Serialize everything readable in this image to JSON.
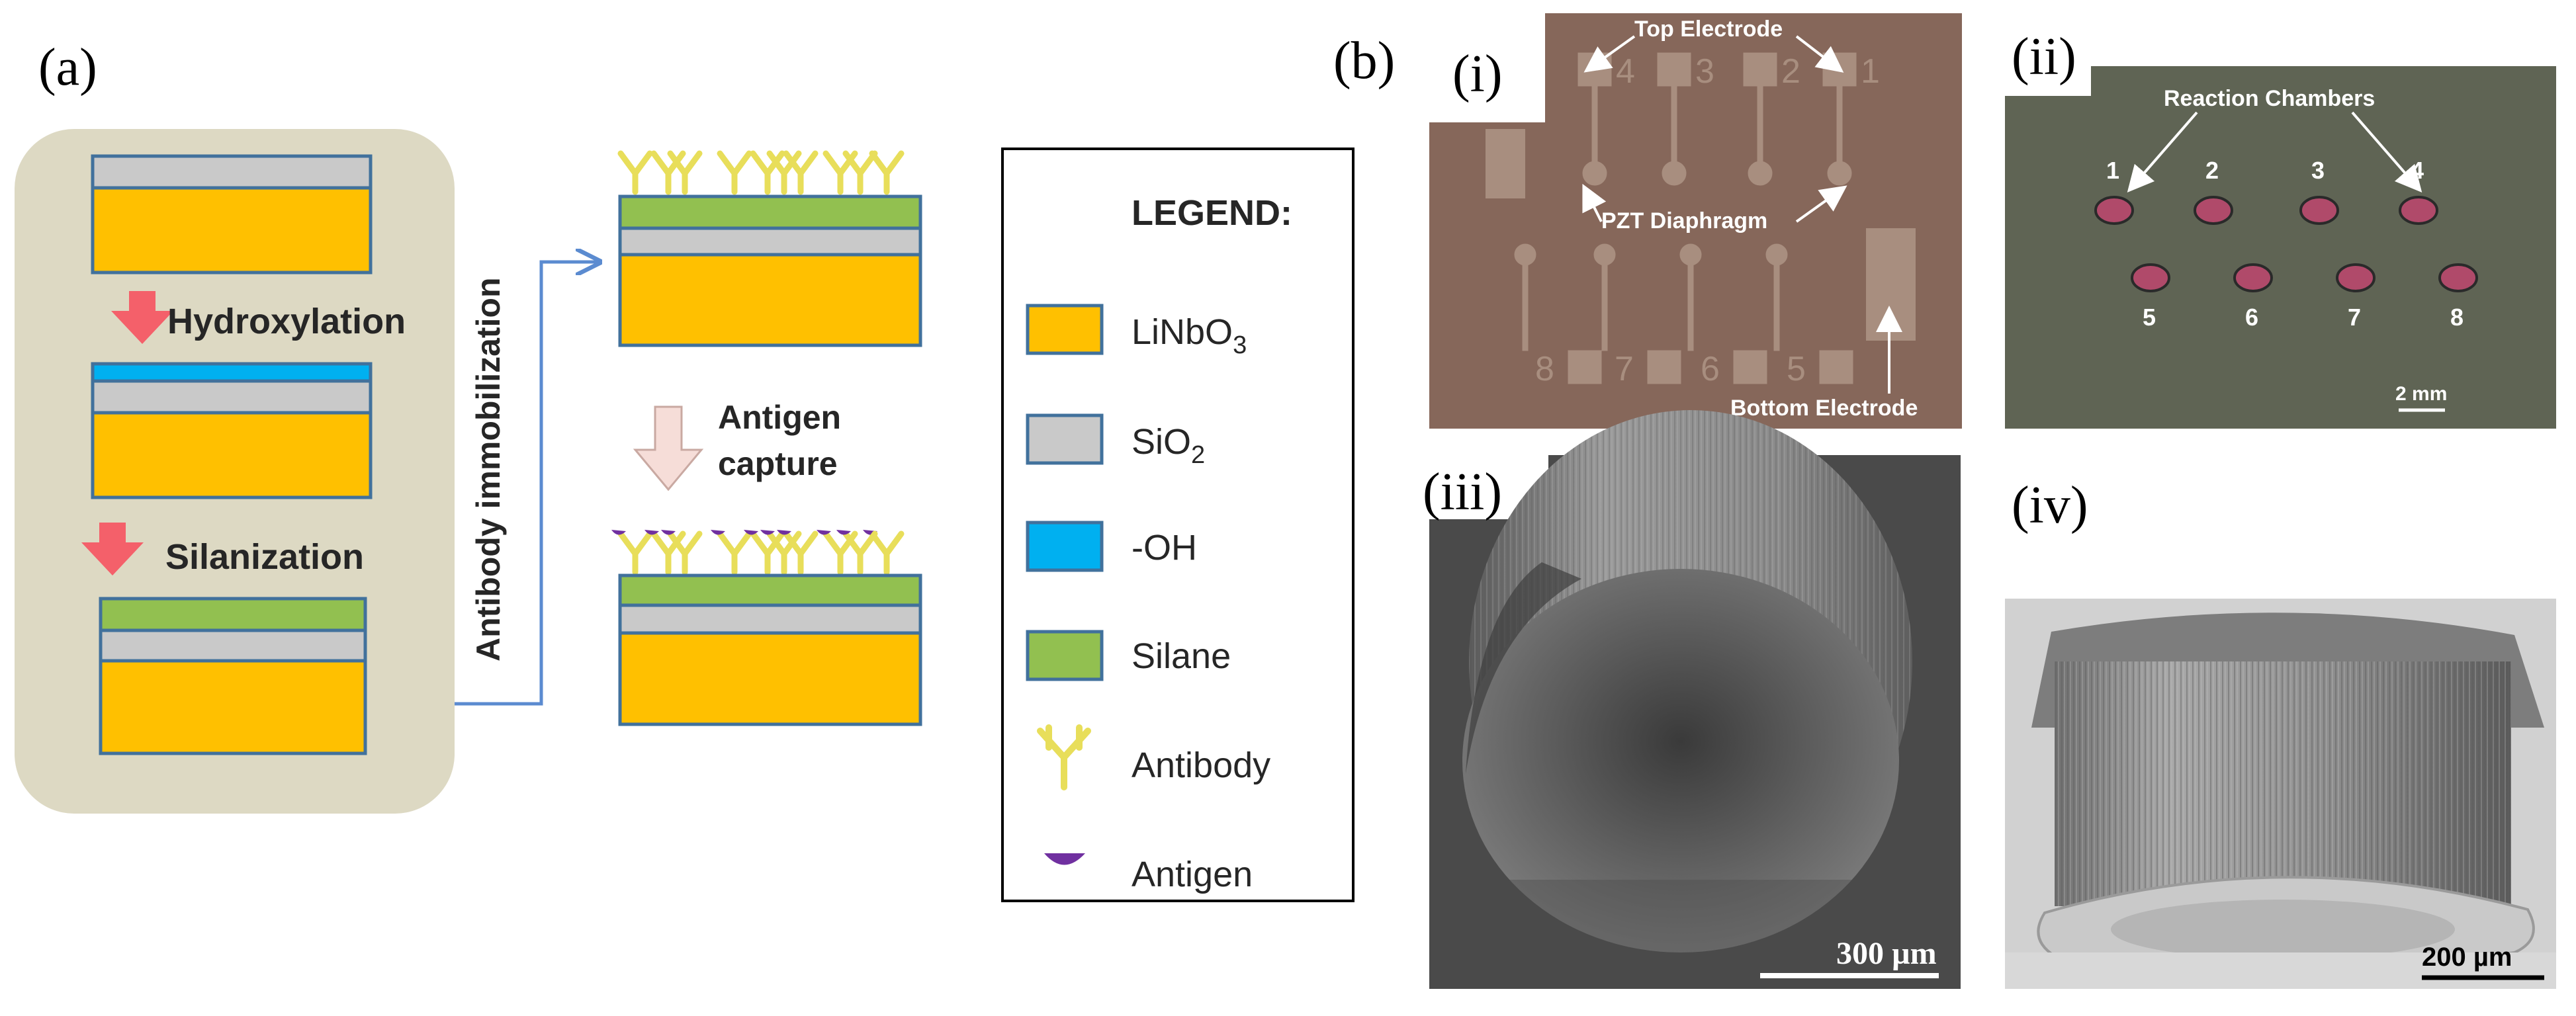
{
  "panel_a": {
    "label": "(a)",
    "steps": {
      "hydroxylation": "Hydroxylation",
      "silanization": "Silanization"
    },
    "antibody_immobilization": "Antibody immobilization",
    "antigen_capture": {
      "line1": "Antigen",
      "line2": "capture"
    }
  },
  "legend": {
    "title": "LEGEND:",
    "items": [
      {
        "label": "LiNbO",
        "sub": "3",
        "color": "#FFC000"
      },
      {
        "label": "SiO",
        "sub": "2",
        "color": "#C9C9C9"
      },
      {
        "label": "-OH",
        "sub": "",
        "color": "#00B0F0"
      },
      {
        "label": "Silane",
        "sub": "",
        "color": "#92C050"
      },
      {
        "label": "Antibody",
        "sub": "",
        "color": "#FFF07A"
      },
      {
        "label": "Antigen",
        "sub": "",
        "color": "#7030A0"
      }
    ]
  },
  "panel_b": {
    "label": "(b)",
    "sub_i": {
      "label": "(i)",
      "top_electrode": "Top Electrode",
      "pzt_diaphragm": "PZT Diaphragm",
      "bottom_electrode": "Bottom Electrode",
      "pad_numbers_top": [
        "4",
        "3",
        "2",
        "1"
      ],
      "pad_numbers_bottom": [
        "8",
        "7",
        "6",
        "5"
      ]
    },
    "sub_ii": {
      "label": "(ii)",
      "reaction_chambers": "Reaction Chambers",
      "chamber_numbers_top": [
        "1",
        "2",
        "3",
        "4"
      ],
      "chamber_numbers_bottom": [
        "5",
        "6",
        "7",
        "8"
      ],
      "scale": "2 mm"
    },
    "sub_iii": {
      "label": "(iii)",
      "scale": "300 µm"
    },
    "sub_iv": {
      "label": "(iv)",
      "scale": "200 µm"
    }
  }
}
